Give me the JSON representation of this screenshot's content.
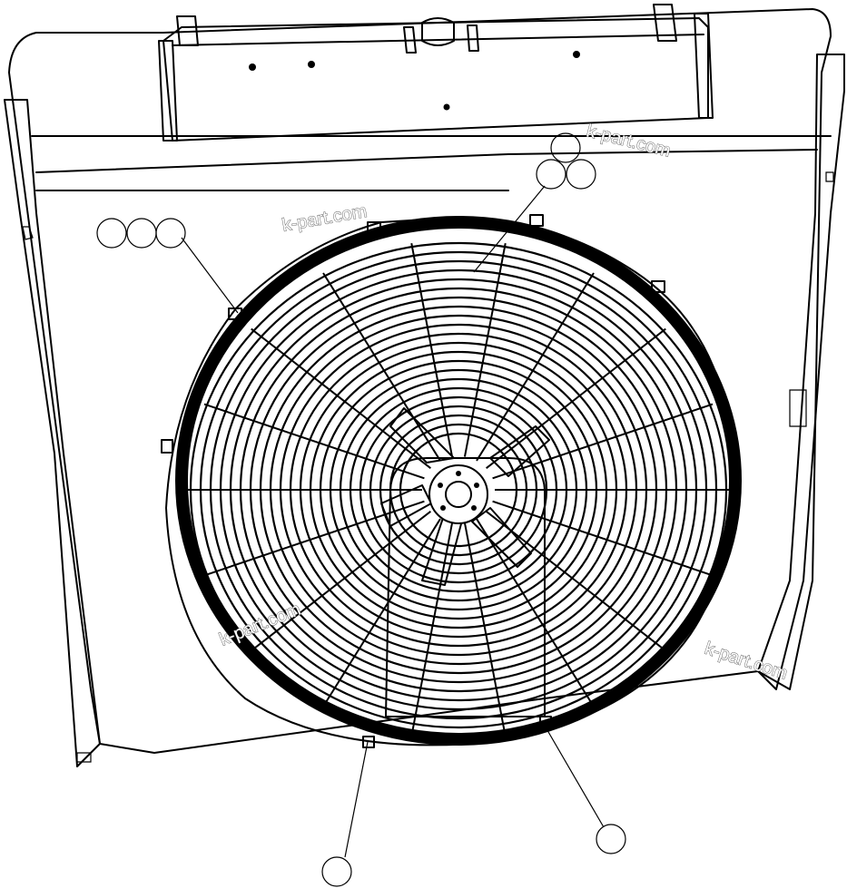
{
  "diagram": {
    "watermark_text": "k-part.com",
    "watermark_count": 4,
    "callout_circle_count": 8,
    "colors": {
      "line": "#000000",
      "background": "#ffffff",
      "watermark_outline": "#555555"
    }
  }
}
